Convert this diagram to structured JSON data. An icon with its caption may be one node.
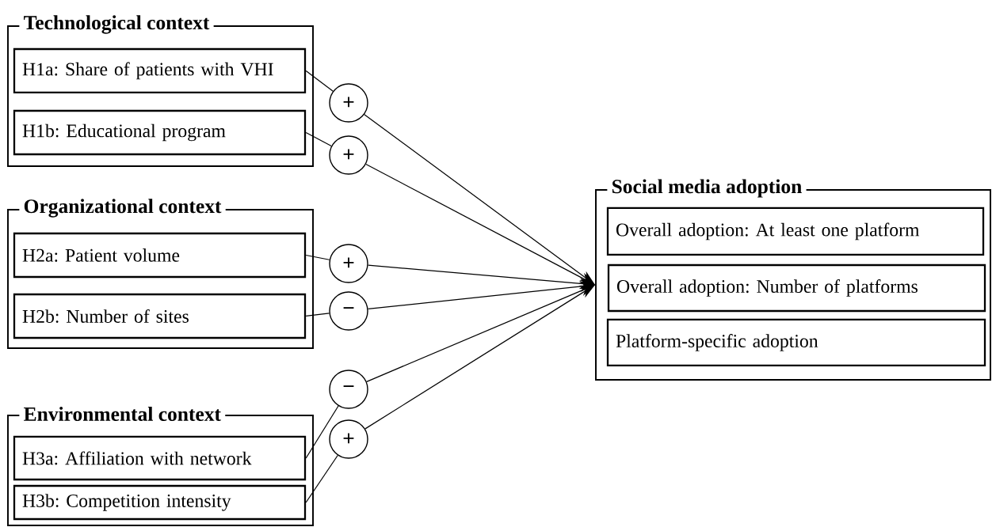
{
  "diagram": {
    "nodes": [
      {
        "text": [
          "Technological context"
        ]
      },
      {
        "text": [
          "H1a: Share of patients with VHI"
        ],
        "in": 0
      },
      {
        "text": [
          "H1b: Educational program"
        ],
        "in": 0
      },
      {
        "text": [
          "Organizational context"
        ]
      },
      {
        "text": [
          "H2a: Patient volume"
        ],
        "in": 3
      },
      {
        "text": [
          "H2b: Number of sites"
        ],
        "in": 3
      },
      {
        "text": [
          "Environmental context"
        ]
      },
      {
        "text": [
          "H3a: Affiliation with network"
        ],
        "in": 6
      },
      {
        "text": [
          "H3b: Competition intensity"
        ],
        "in": 6
      },
      {
        "text": [
          "Social media adoption"
        ]
      },
      {
        "text": [
          "Overall adoption: At least one platform"
        ],
        "in": 9
      },
      {
        "text": [
          "Overall adoption: Number of platforms"
        ],
        "in": 9
      },
      {
        "text": [
          "Platform-specific adoption"
        ],
        "in": 9
      },
      {
        "text": [
          "+"
        ]
      },
      {
        "text": [
          "+"
        ]
      },
      {
        "text": [
          "+"
        ]
      },
      {
        "text": [
          "−"
        ]
      },
      {
        "text": [
          "−"
        ]
      },
      {
        "text": [
          "+"
        ]
      }
    ],
    "edges": [
      {
        "from": 1,
        "to": 13,
        "arrow": "none"
      },
      {
        "from": 13,
        "to": 9,
        "arrow": "to"
      },
      {
        "from": 2,
        "to": 14,
        "arrow": "none"
      },
      {
        "from": 14,
        "to": 9,
        "arrow": "to"
      },
      {
        "from": 4,
        "to": 15,
        "arrow": "none"
      },
      {
        "from": 15,
        "to": 9,
        "arrow": "to"
      },
      {
        "from": 5,
        "to": 16,
        "arrow": "none"
      },
      {
        "from": 16,
        "to": 9,
        "arrow": "to"
      },
      {
        "from": 7,
        "to": 17,
        "arrow": "none"
      },
      {
        "from": 17,
        "to": 9,
        "arrow": "to"
      },
      {
        "from": 8,
        "to": 18,
        "arrow": "none"
      },
      {
        "from": 18,
        "to": 9,
        "arrow": "to"
      }
    ]
  }
}
